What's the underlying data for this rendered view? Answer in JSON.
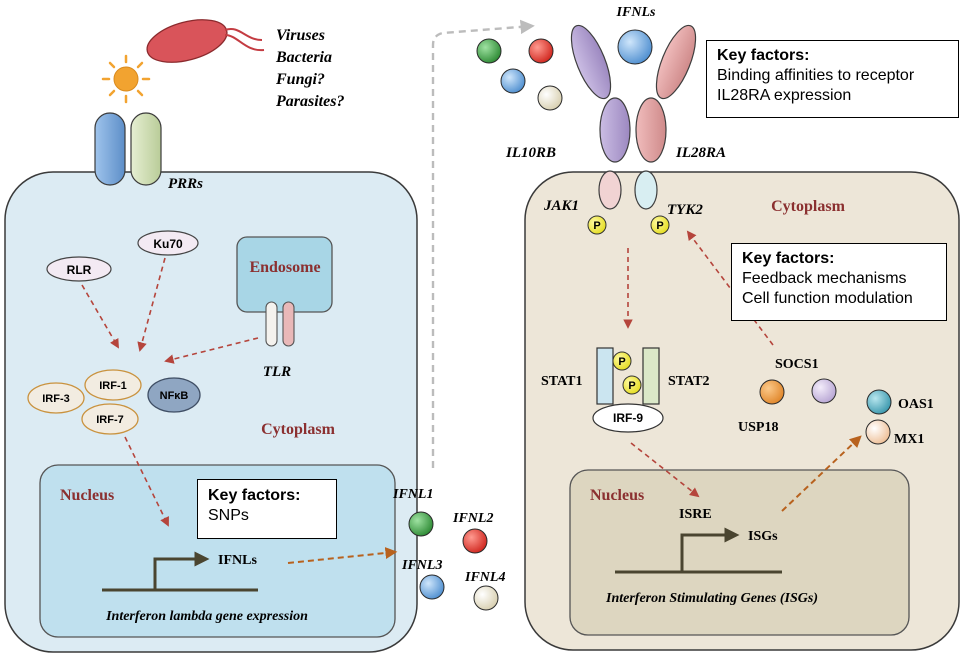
{
  "colors": {
    "left_cell_fill": "#dcebf3",
    "right_cell_fill": "#ede6d8",
    "left_nucleus_fill": "#bfe0ee",
    "right_nucleus_fill": "#ddd6c0",
    "endosome_fill": "#a8d6e6",
    "receptor_purple": "#b3a2cf",
    "receptor_pink": "#e0a0a0",
    "cell_title_color": "#8b3030",
    "arrow_red": "#b5453c",
    "arrow_orange": "#b8621e",
    "arrow_gray": "#bcbcbc",
    "phospho_yellow": "#f3ee3a",
    "ifn_green": "#3fa046",
    "ifn_red": "#e2332b",
    "ifn_blue": "#6fa7de",
    "ifn_beige": "#e8e1c8",
    "bacterium": "#d9545a",
    "sun": "#f2a330"
  },
  "pathogens": [
    "Viruses",
    "Bacteria",
    "Fungi?",
    "Parasites?"
  ],
  "left_cell": {
    "prrs_label": "PRRs",
    "cytoplasm_label": "Cytoplasm",
    "endosome_label": "Endosome",
    "tlr_label": "TLR",
    "rlr_label": "RLR",
    "ku70_label": "Ku70",
    "irf3_label": "IRF-3",
    "irf1_label": "IRF-1",
    "irf7_label": "IRF-7",
    "nfkb_label": "NFκB",
    "nucleus_label": "Nucleus",
    "key_factors_title": "Key factors:",
    "key_factors_lines": [
      "SNPs"
    ],
    "ifnls_label": "IFNLs",
    "gene_expression_label": "Interferon lambda gene expression"
  },
  "middle": {
    "ifnl1": "IFNL1",
    "ifnl2": "IFNL2",
    "ifnl3": "IFNL3",
    "ifnl4": "IFNL4"
  },
  "right_cell": {
    "ifnls_label": "IFNLs",
    "receptor_key_factors_title": "Key factors:",
    "receptor_key_factors_lines": [
      "Binding affinities to receptor",
      "IL28RA expression"
    ],
    "il10rb_label": "IL10RB",
    "il28ra_label": "IL28RA",
    "jak1_label": "JAK1",
    "tyk2_label": "TYK2",
    "p_label": "P",
    "cytoplasm_label": "Cytoplasm",
    "feedback_key_factors_title": "Key factors:",
    "feedback_key_factors_lines": [
      "Feedback mechanisms",
      "Cell function modulation"
    ],
    "stat1_label": "STAT1",
    "stat2_label": "STAT2",
    "irf9_label": "IRF-9",
    "socs1_label": "SOCS1",
    "usp18_label": "USP18",
    "oas1_label": "OAS1",
    "mx1_label": "MX1",
    "nucleus_label": "Nucleus",
    "isre_label": "ISRE",
    "isgs_label": "ISGs",
    "isg_expression_label": "Interferon Stimulating Genes (ISGs)"
  }
}
